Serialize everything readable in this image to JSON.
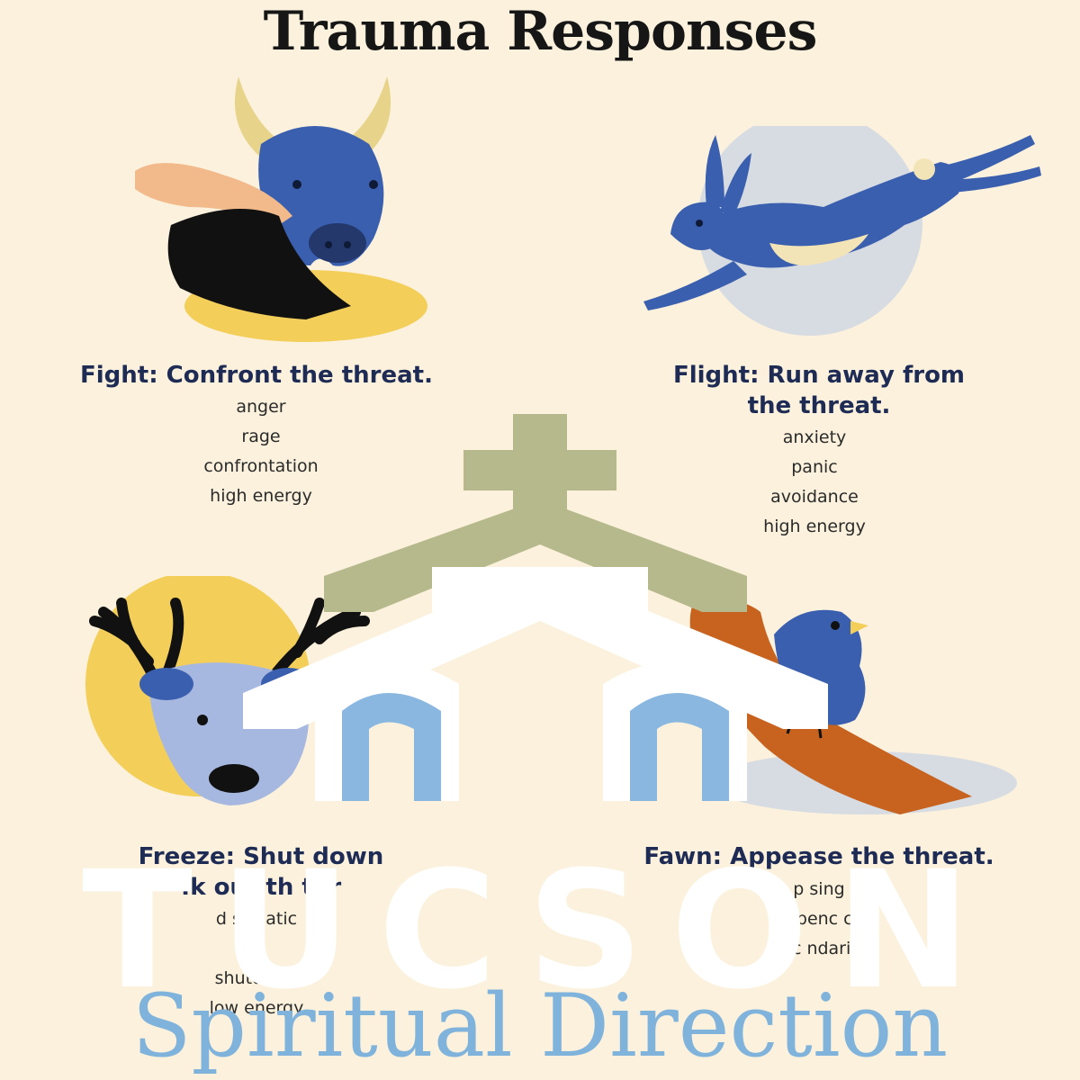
{
  "title": "Trauma Responses",
  "responses": [
    {
      "heading": "Fight: Confront the threat.",
      "traits": [
        "anger",
        "rage",
        "confrontation",
        "high energy"
      ]
    },
    {
      "heading_line1": "Flight: Run away from",
      "heading_line2": "the threat.",
      "traits": [
        "anxiety",
        "panic",
        "avoidance",
        "high energy"
      ]
    },
    {
      "heading_line1": "Freeze: Shut down",
      "heading_line2": ":k out th  thr",
      "traits": [
        "d sociatic",
        "n",
        "shutdown",
        "low energy"
      ]
    },
    {
      "heading": "Fawn: Appease the threat.",
      "traits": [
        "p      sing",
        "depenc  cy",
        "lac       ndarie"
      ]
    }
  ],
  "watermark": {
    "word": "TUCSON",
    "tagline": "Spiritual Direction"
  },
  "colors": {
    "background": "#fbf1dc",
    "heading": "#1e2b54",
    "animal_blue": "#3a5fae",
    "circle_gray": "#d7dbe2",
    "sun_yellow": "#f3cf5a",
    "cross_olive": "#b6b98c",
    "watermark_white": "#ffffff",
    "brand_blue": "#7fb3dc"
  },
  "icons": [
    "bull-icon",
    "hare-icon",
    "deer-icon",
    "bird-icon",
    "cross-icon",
    "house-logo-icon"
  ]
}
